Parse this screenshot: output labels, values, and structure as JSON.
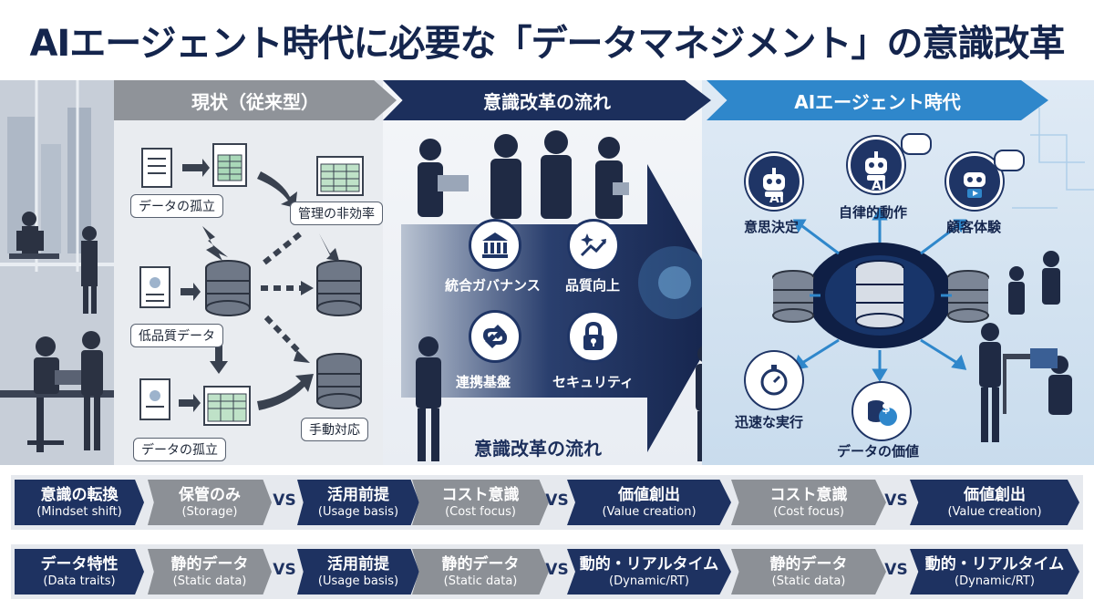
{
  "title": "AIエージェント時代に必要な「データマネジメント」の意識改革",
  "headers": {
    "left": "現状（従来型）",
    "middle": "意識改革の流れ",
    "right": "AIエージェント時代"
  },
  "left_panel": {
    "labels": [
      "データの孤立",
      "管理の非効率",
      "低品質データ",
      "手動対応",
      "データの孤立"
    ]
  },
  "middle_panel": {
    "icons": [
      {
        "label": "統合ガバナンス",
        "icon": "bank-icon"
      },
      {
        "label": "品質向上",
        "icon": "sparkle-trend-icon"
      },
      {
        "label": "連携基盤",
        "icon": "link-icon"
      },
      {
        "label": "セキュリティ",
        "icon": "lock-icon"
      }
    ],
    "caption": "意識改革の流れ"
  },
  "right_panel": {
    "ai_text": "AI",
    "labels": [
      "意思決定",
      "自律的動作",
      "顧客体験",
      "迅速な実行",
      "データの価値"
    ],
    "currency_symbol": "$"
  },
  "rows": [
    {
      "header": {
        "jp": "意識の転換",
        "en": "(Mindset shift)"
      },
      "cells": [
        {
          "jp": "保管のみ",
          "en": "(Storage)",
          "style": "gray"
        },
        {
          "jp": "活用前提",
          "en": "(Usage basis)",
          "style": "navy"
        },
        {
          "jp": "コスト意識",
          "en": "(Cost focus)",
          "style": "gray"
        },
        {
          "jp": "価値創出",
          "en": "(Value creation)",
          "style": "navy"
        },
        {
          "jp": "コスト意識",
          "en": "(Cost focus)",
          "style": "gray"
        },
        {
          "jp": "価値創出",
          "en": "(Value creation)",
          "style": "navy"
        }
      ]
    },
    {
      "header": {
        "jp": "データ特性",
        "en": "(Data traits)"
      },
      "cells": [
        {
          "jp": "静的データ",
          "en": "(Static data)",
          "style": "gray"
        },
        {
          "jp": "活用前提",
          "en": "(Usage basis)",
          "style": "navy"
        },
        {
          "jp": "静的データ",
          "en": "(Static data)",
          "style": "gray"
        },
        {
          "jp": "動的・リアルタイム",
          "en": "(Dynamic/RT)",
          "style": "navy"
        },
        {
          "jp": "静的データ",
          "en": "(Static data)",
          "style": "gray"
        },
        {
          "jp": "動的・リアルタイム",
          "en": "(Dynamic/RT)",
          "style": "navy"
        }
      ]
    }
  ],
  "vs_label": "VS",
  "colors": {
    "navy": "#1e3261",
    "gray": "#8c9096",
    "blue": "#2f87cb"
  }
}
